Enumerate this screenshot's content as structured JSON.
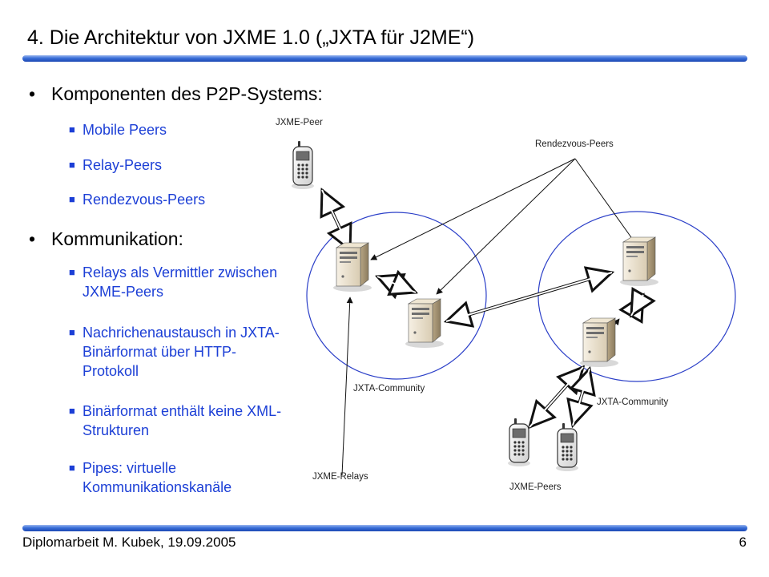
{
  "slide": {
    "title": "4. Die Architektur von JXME 1.0 („JXTA für J2ME“)",
    "footer_left": "Diplomarbeit M. Kubek, 19.09.2005",
    "page_number": "6"
  },
  "bullets": [
    {
      "text": "Komponenten des P2P-Systems:",
      "items": [
        "Mobile Peers",
        "Relay-Peers",
        "Rendezvous-Peers"
      ]
    },
    {
      "text": "Kommunikation:",
      "items": [
        "Relays als Vermittler zwischen JXME-Peers",
        "Nachrichenaustausch in JXTA-Binärformat über HTTP-Protokoll",
        "Binärformat enthält keine XML-Strukturen",
        "Pipes: virtuelle Kommunikationskanäle"
      ]
    }
  ],
  "diagram": {
    "labels": {
      "jxme_peer": "JXME-Peer",
      "rendezvous_peers": "Rendezvous-Peers",
      "community_left": "JXTA-Community",
      "community_right": "JXTA-Community",
      "jxme_relays": "JXME-Relays",
      "jxme_peers": "JXME-Peers"
    }
  },
  "colors": {
    "bullet_sub_text": "#1c3fd6",
    "rule_blue": "#2a5bd0",
    "community_circle": "#2b3fc8"
  }
}
